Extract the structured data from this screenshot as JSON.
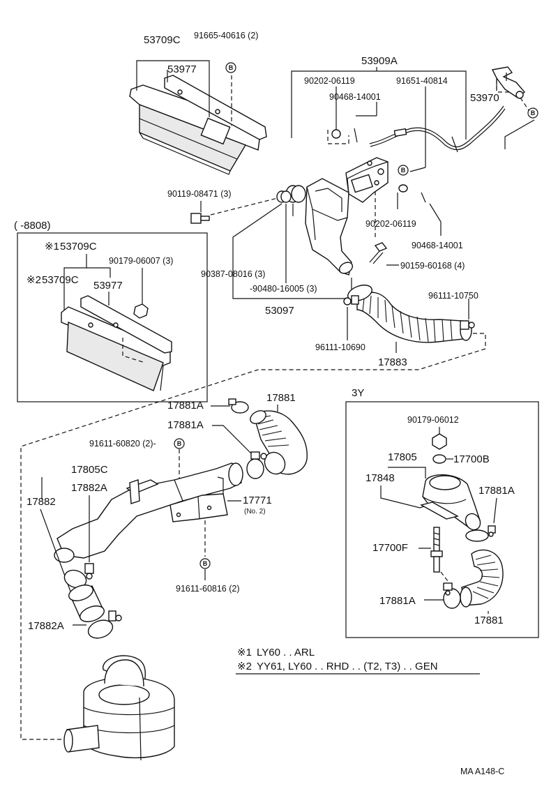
{
  "badge_letter": "B",
  "labels": {
    "p53709c": "53709C",
    "p91665": "91665-40616 (2)",
    "p53977": "53977",
    "p53909a": "53909A",
    "p90202a": "90202-06119",
    "p91651": "91651-40814",
    "p90468a": "90468-14001",
    "p53970": "53970",
    "p90119": "90119-08471 (3)",
    "p90202b": "90202-06119",
    "p90468b": "90468-14001",
    "p90159": "90159-60168 (4)",
    "p90387": "90387-08016 (3)",
    "p90480": "-90480-16005 (3)",
    "p53097": "53097",
    "p96111a": "96111-10750",
    "p96111b": "96111-10690",
    "p17883": "17883",
    "inset_range": "(        -8808)",
    "inset_53709c_a": "53709C",
    "inset_53709c_b": "53709C",
    "inset_90179": "90179-06007 (3)",
    "inset_53977": "53977",
    "p17881a_1": "17881A",
    "p17881_1": "17881",
    "p17881a_2": "17881A",
    "p91611a": "91611-60820 (2)-",
    "p17805c": "17805C",
    "p17882a_1": "17882A",
    "p17882": "17882",
    "p17771": "17771",
    "p17771_no": "(No. 2)",
    "p91611b": "91611-60816 (2)",
    "p17882a_2": "17882A",
    "box3y": "3Y",
    "p90179b": "90179-06012",
    "p17805": "17805",
    "p17700b": "17700B",
    "p17848": "17848",
    "p17881a_3": "17881A",
    "p17700f": "17700F",
    "p17881a_4": "17881A",
    "p17881_2": "17881",
    "legend1_mark": "※1",
    "legend1_text": "LY60 . . ARL",
    "legend2_mark": "※2",
    "legend2_text": "YY61, LY60 . . RHD . . (T2, T3) . . GEN",
    "inset_mark1": "※1",
    "inset_mark2": "※2",
    "ref_code": "MA A148-C"
  }
}
